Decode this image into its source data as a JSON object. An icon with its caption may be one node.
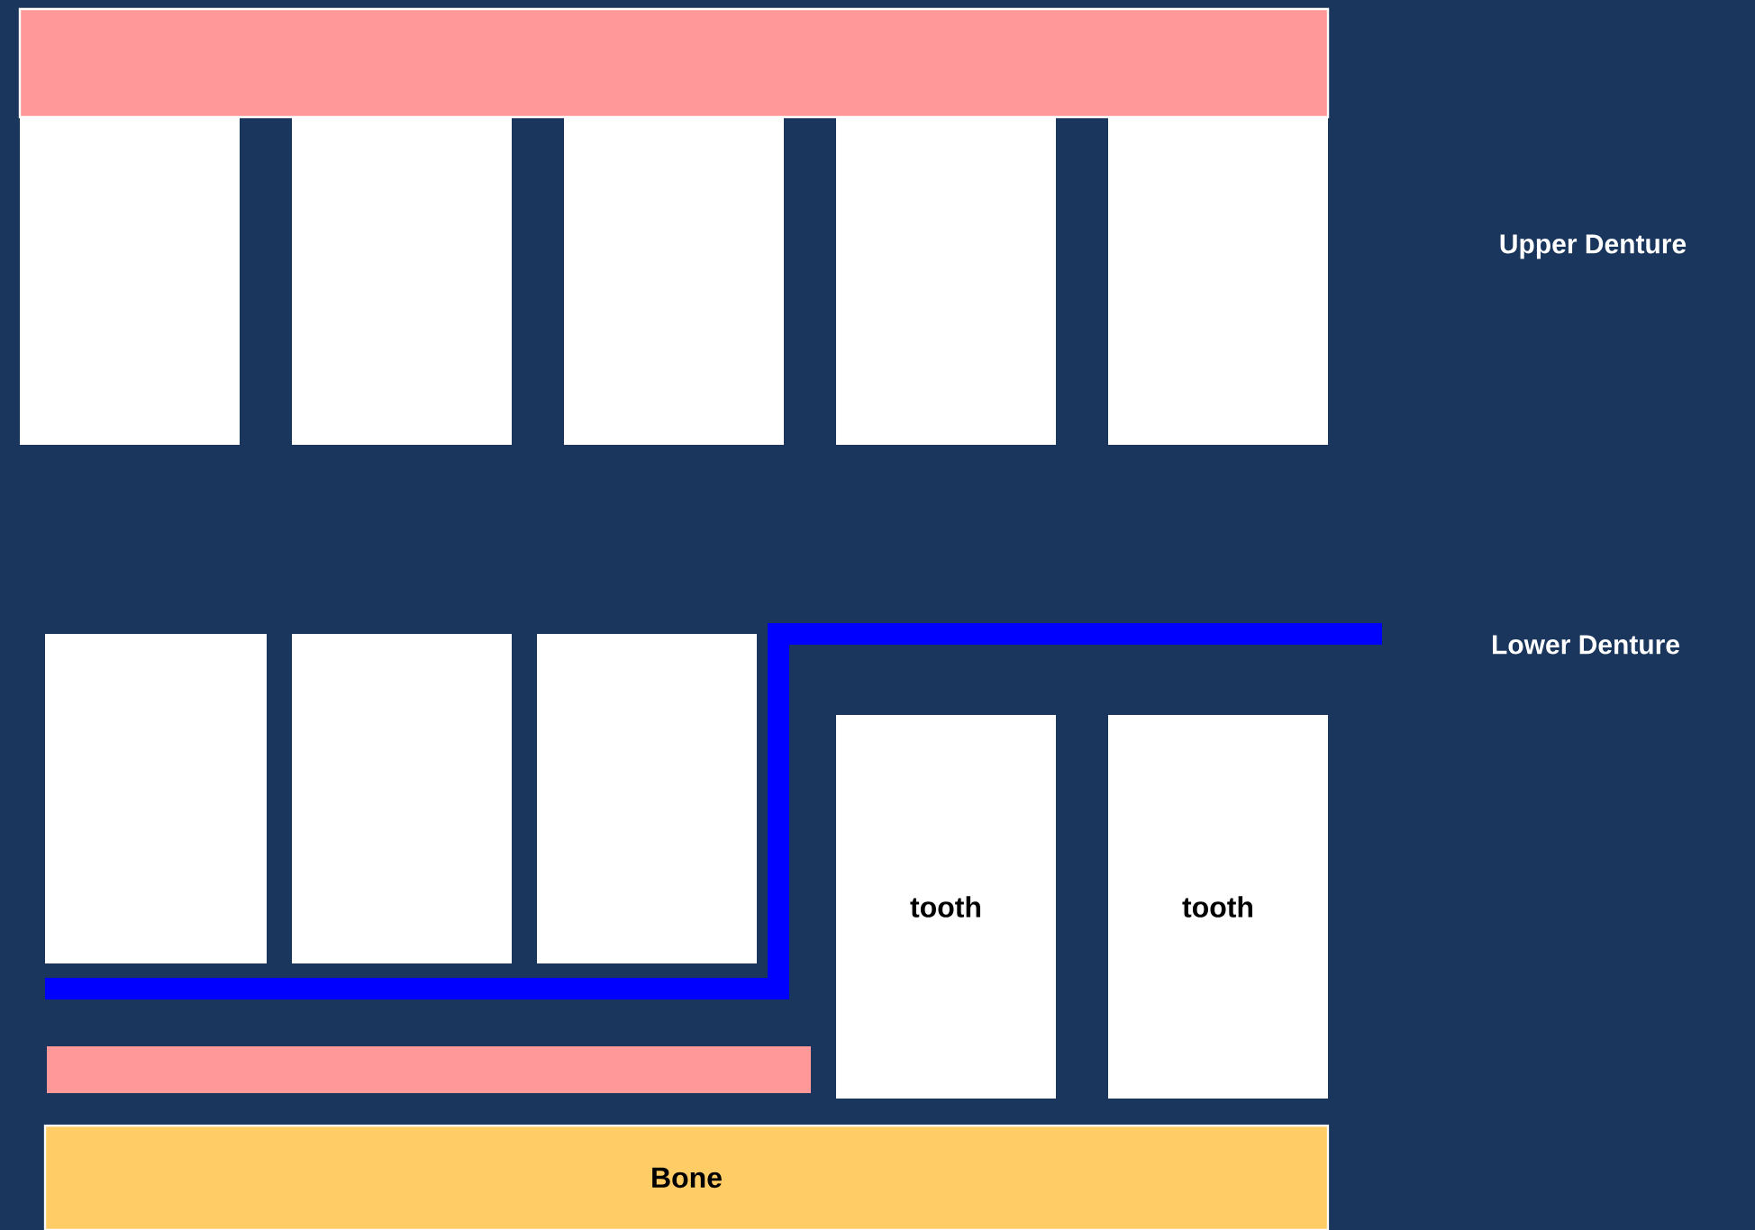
{
  "diagram": {
    "nodes": [
      {
        "text": [],
        "shape": "box"
      },
      {
        "text": [],
        "shape": "box"
      },
      {
        "text": [],
        "shape": "box"
      },
      {
        "text": [],
        "shape": "box"
      },
      {
        "text": [],
        "shape": "box"
      },
      {
        "text": [],
        "shape": "box"
      },
      {
        "text": [],
        "shape": "box"
      },
      {
        "text": [],
        "shape": "box"
      },
      {
        "text": [],
        "shape": "box"
      },
      {
        "text": [
          "tooth"
        ]
      },
      {
        "text": [
          "tooth"
        ]
      },
      {
        "text": [],
        "shape": "box"
      },
      {
        "text": [
          "Bone"
        ]
      }
    ],
    "labels": [
      "Upper Denture",
      "Lower Denture"
    ]
  }
}
